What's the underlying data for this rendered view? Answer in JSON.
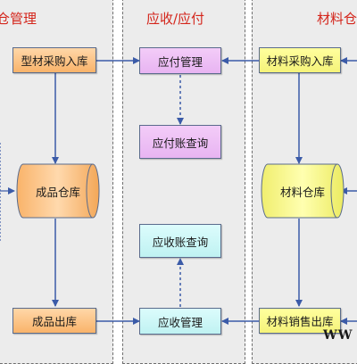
{
  "lanes": {
    "left_title": "仓管理",
    "middle_title": "应收/应付",
    "right_title": "材料仓"
  },
  "nodes": {
    "profile_purchase_in": "型材采购入库",
    "finished_warehouse": "成品仓库",
    "finished_out": "成品出库",
    "payable_management": "应付管理",
    "payable_query": "应付账查询",
    "receivable_query": "应收账查询",
    "receivable_management": "应收管理",
    "material_purchase_in": "材料采购入库",
    "material_warehouse": "材料仓库",
    "material_sales_out": "材料销售出库"
  },
  "watermark": "WW",
  "colors": {
    "lane_title": "#d4251b",
    "arrow": "#3b5ba8",
    "lane_bg": "#ececec"
  }
}
